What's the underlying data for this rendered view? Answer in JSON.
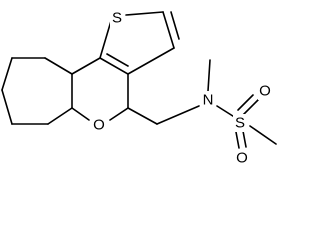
{
  "molecule": {
    "atoms": {
      "thiophene_sulfur": "S",
      "ring_oxygen": "O",
      "amine_nitrogen": "N",
      "sulfonyl_sulfur": "S",
      "sulfonyl_oxygen_top": "O",
      "sulfonyl_oxygen_bottom": "O"
    }
  }
}
